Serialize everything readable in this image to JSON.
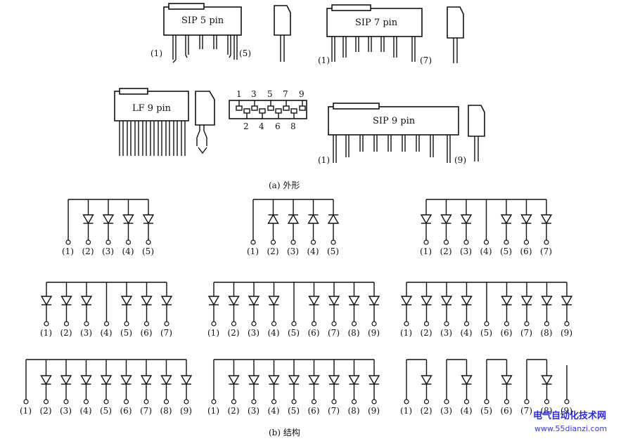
{
  "outline": {
    "sip5": "SIP 5 pin",
    "sip7": "SIP 7 pin",
    "lf9": "LF 9 pin",
    "sip9": "SIP 9 pin",
    "pin_first": "(1)",
    "sip5_last": "(5)",
    "sip7_last": "(7)",
    "sip9_last": "(9)",
    "top_pins": [
      "1",
      "3",
      "5",
      "7",
      "9"
    ],
    "bottom_pins": [
      "2",
      "4",
      "6",
      "8"
    ]
  },
  "captions": {
    "outline": "(a) 外形",
    "structure": "(b) 结构"
  },
  "structures": [
    {
      "pins": [
        "(1)",
        "(2)",
        "(3)",
        "(4)",
        "(5)"
      ],
      "diodes": [
        2,
        3,
        4,
        5
      ],
      "dir": "down"
    },
    {
      "pins": [
        "(1)",
        "(2)",
        "(3)",
        "(4)",
        "(5)"
      ],
      "diodes": [
        2,
        3,
        4,
        5
      ],
      "dir": "up"
    },
    {
      "pins": [
        "(1)",
        "(2)",
        "(3)",
        "(4)",
        "(5)",
        "(6)",
        "(7)"
      ],
      "diodes": [
        1,
        2,
        3,
        5,
        6,
        7
      ],
      "dir": "down"
    },
    {
      "pins": [
        "(1)",
        "(2)",
        "(3)",
        "(4)",
        "(5)",
        "(6)",
        "(7)"
      ],
      "diodes": [
        1,
        2,
        3,
        5,
        6,
        7
      ],
      "dir": "down"
    },
    {
      "pins": [
        "(1)",
        "(2)",
        "(3)",
        "(4)",
        "(5)",
        "(6)",
        "(7)",
        "(8)",
        "(9)"
      ],
      "diodes": [
        1,
        2,
        3,
        4,
        6,
        7,
        8,
        9
      ],
      "dir": "down"
    },
    {
      "pins": [
        "(1)",
        "(2)",
        "(3)",
        "(4)",
        "(5)",
        "(6)",
        "(7)",
        "(8)",
        "(9)"
      ],
      "diodes": [
        1,
        2,
        3,
        4,
        6,
        7,
        8,
        9
      ],
      "dir": "down"
    },
    {
      "pins": [
        "(1)",
        "(2)",
        "(3)",
        "(4)",
        "(5)",
        "(6)",
        "(7)",
        "(8)",
        "(9)"
      ],
      "diodes": [
        2,
        3,
        4,
        5,
        6,
        7,
        8,
        9
      ],
      "dir": "down"
    },
    {
      "pins": [
        "(1)",
        "(2)",
        "(3)",
        "(4)",
        "(5)",
        "(6)",
        "(7)",
        "(8)",
        "(9)"
      ],
      "diodes": [
        2,
        3,
        4,
        5,
        6,
        7,
        8,
        9
      ],
      "dir": "down"
    },
    {
      "pins": [
        "(1)",
        "(2)",
        "(3)",
        "(4)",
        "(5)",
        "(6)",
        "(7)",
        "(8)",
        "(9)"
      ],
      "diodes": [
        2,
        4,
        6,
        8
      ],
      "dir": "down",
      "pairs": true
    }
  ],
  "watermark": {
    "title": "电气自动化技术网",
    "url": "www.55dianzi.com"
  },
  "colors": {
    "line": "#111111",
    "watermark": "#2b2bd0"
  }
}
